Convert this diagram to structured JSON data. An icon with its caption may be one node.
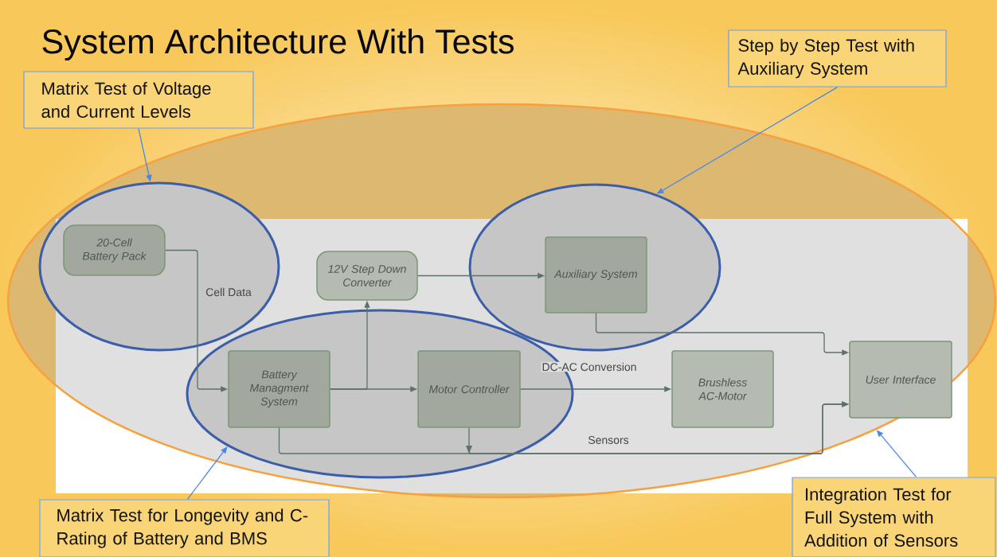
{
  "diagram": {
    "title": "System Architecture With Tests",
    "nodes": [
      {
        "text": [
          "Matrix Test of Voltage and Current Levels"
        ]
      },
      {
        "text": [
          "Step by Step Test with Auxiliary System"
        ]
      },
      {
        "text": [],
        "shape": "ellipse"
      },
      {
        "text": [],
        "shape": "ellipse",
        "in": 2
      },
      {
        "text": [],
        "shape": "ellipse",
        "in": 2
      },
      {
        "text": [],
        "shape": "ellipse",
        "in": 2
      },
      {
        "text": [
          "20-Cell Battery Pack"
        ],
        "in": 3
      },
      {
        "text": [
          "12V Step Down Converter"
        ],
        "in": 2
      },
      {
        "text": [
          "Auxiliary System"
        ],
        "in": 4
      },
      {
        "text": [
          "Battery Managment System"
        ],
        "in": 5
      },
      {
        "text": [
          "Motor Controller"
        ],
        "in": 5
      },
      {
        "text": [
          "Brushless AC-Motor"
        ],
        "in": 2
      },
      {
        "text": [
          "User Interface"
        ],
        "in": 2
      },
      {
        "text": [
          "Matrix Test for Longevity and C-Rating of Battery and BMS"
        ]
      },
      {
        "text": [
          "Integration Test for Full System with Addition of Sensors"
        ]
      }
    ],
    "edges": [
      {
        "from": 0,
        "to": 3,
        "arrow": "to",
        "color": "#4a86e8"
      },
      {
        "from": 1,
        "to": 4,
        "arrow": "to",
        "color": "#4a86e8"
      },
      {
        "from": 13,
        "to": 5,
        "arrow": "to",
        "color": "#4a86e8"
      },
      {
        "from": 14,
        "to": 2,
        "arrow": "to",
        "color": "#4a86e8"
      },
      {
        "from": 6,
        "to": 9,
        "arrow": "to",
        "label": "Cell Data"
      },
      {
        "from": 9,
        "to": 10,
        "arrow": "to"
      },
      {
        "from": 9,
        "to": 7,
        "arrow": "to"
      },
      {
        "from": 7,
        "to": 8,
        "arrow": "to"
      },
      {
        "from": 8,
        "to": 12,
        "arrow": "to"
      },
      {
        "from": 10,
        "to": 11,
        "arrow": "to",
        "label": "DC-AC Conversion"
      },
      {
        "from": 9,
        "to": 12,
        "arrow": "to",
        "label": "Sensors"
      },
      {
        "from": 10,
        "to": 12,
        "arrow": "to"
      }
    ]
  }
}
